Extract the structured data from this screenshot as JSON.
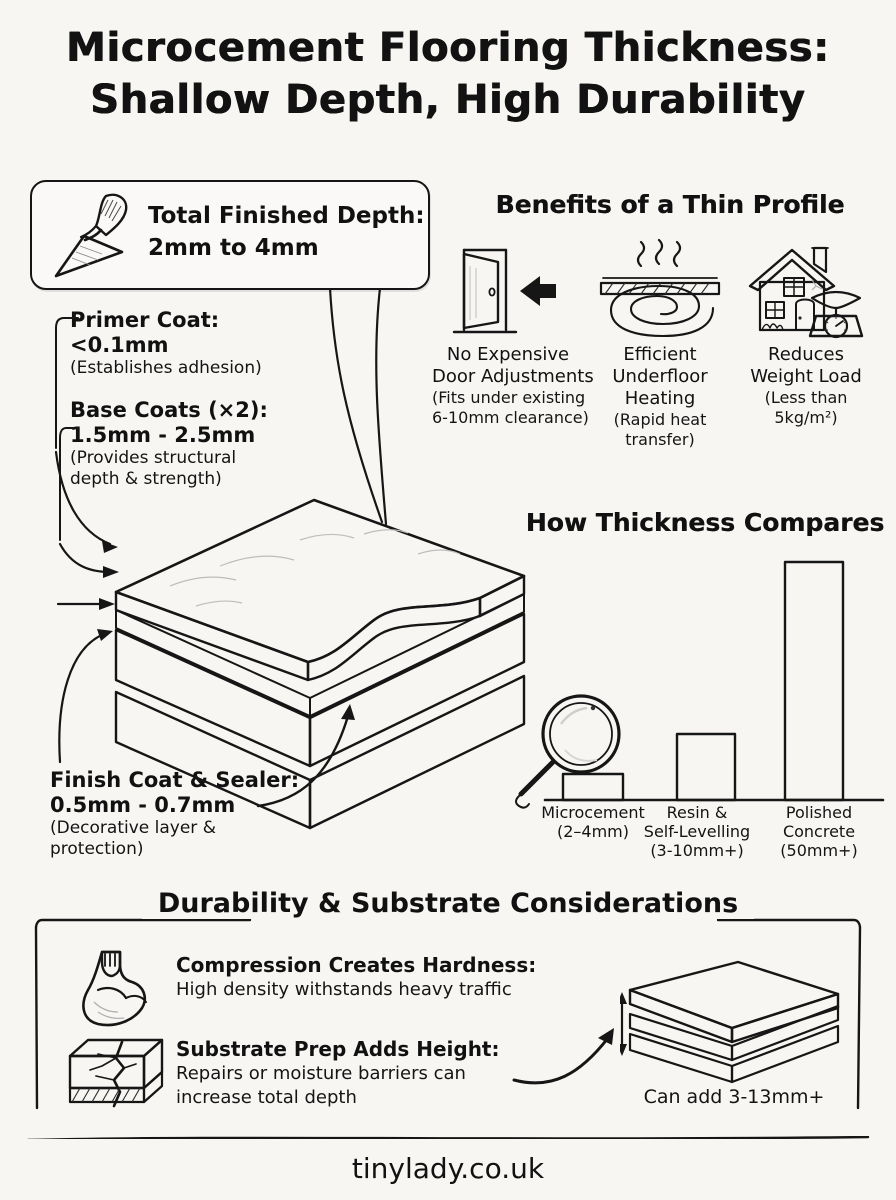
{
  "title": {
    "line1": "Microcement Flooring Thickness:",
    "line2": "Shallow Depth, High Durability"
  },
  "depth_callout": {
    "icon": "trowel-icon",
    "line1": "Total Finished Depth:",
    "line2": "2mm to 4mm"
  },
  "layers": [
    {
      "name": "Primer Coat:",
      "value": "<0.1mm",
      "note": "(Establishes adhesion)"
    },
    {
      "name": "Base Coats (×2):",
      "value": "1.5mm - 2.5mm",
      "note_line1": "(Provides structural",
      "note_line2": "depth & strength)"
    },
    {
      "name": "Finish Coat & Sealer:",
      "value": "0.5mm - 0.7mm",
      "note_line1": "(Decorative layer &",
      "note_line2": "protection)"
    }
  ],
  "benefits": {
    "heading": "Benefits of a Thin Profile",
    "items": [
      {
        "icon": "open-door-icon",
        "caption_line1": "No Expensive",
        "caption_line2": "Door Adjustments",
        "note_line1": "(Fits under existing",
        "note_line2": "6-10mm clearance)"
      },
      {
        "icon": "underfloor-heating-coil-icon",
        "caption_line1": "Efficient",
        "caption_line2": "Underfloor",
        "caption_line3": "Heating",
        "note_line1": "(Rapid heat",
        "note_line2": "transfer)"
      },
      {
        "icon": "house-on-scale-icon",
        "caption_line1": "Reduces",
        "caption_line2": "Weight Load",
        "note_line1": "(Less than",
        "note_line2": "5kg/m²)"
      }
    ]
  },
  "chart_data": {
    "type": "bar",
    "title": "How Thickness Compares",
    "xlabel": "",
    "ylabel": "",
    "grid": false,
    "legend": "none",
    "ylim": [
      0,
      55
    ],
    "categories": [
      "Microcement",
      "Resin &\nSelf-Levelling",
      "Polished\nConcrete"
    ],
    "category_lines": [
      [
        "Microcement",
        "(2–4mm)"
      ],
      [
        "Resin &",
        "Self-Levelling",
        "(3-10mm+)"
      ],
      [
        "Polished",
        "Concrete",
        "(50mm+)"
      ]
    ],
    "value_labels": [
      "(2–4mm)",
      "(3-10mm+)",
      "(50mm+)"
    ],
    "values": [
      4,
      10,
      50
    ],
    "bar_pixel_heights": [
      26,
      66,
      238
    ],
    "units": "mm",
    "decoration_icon": "magnifier-icon"
  },
  "bottom_panel": {
    "heading": "Durability & Substrate Considerations",
    "points": [
      {
        "icon": "flexed-bicep-icon",
        "heading": "Compression Creates Hardness:",
        "detail_line1": "High density withstands heavy traffic"
      },
      {
        "icon": "cracked-slab-icon",
        "heading": "Substrate Prep Adds Height:",
        "detail_line1": "Repairs or moisture barriers can",
        "detail_line2": "increase total depth"
      }
    ],
    "slab_icon": "layered-slab-icon",
    "slab_caption": "Can add 3-13mm+"
  },
  "footer": {
    "url": "tinylady.co.uk"
  },
  "colors": {
    "background": "#f7f6f3",
    "ink": "#161616",
    "paper": "#faf9f7"
  }
}
